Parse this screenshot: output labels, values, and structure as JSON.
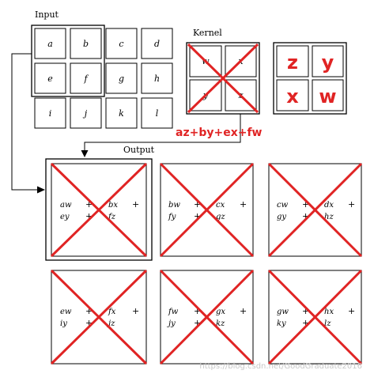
{
  "labels": {
    "input": "Input",
    "kernel": "Kernel",
    "output": "Output"
  },
  "input_matrix": {
    "rows": [
      [
        "a",
        "b",
        "c",
        "d"
      ],
      [
        "e",
        "f",
        "g",
        "h"
      ],
      [
        "i",
        "j",
        "k",
        "l"
      ]
    ]
  },
  "kernel_matrix": {
    "rows": [
      [
        "w",
        "x"
      ],
      [
        "y",
        "z"
      ]
    ]
  },
  "kernel_flipped": {
    "rows": [
      [
        "z",
        "y"
      ],
      [
        "x",
        "w"
      ]
    ]
  },
  "formula": "az+by+ex+fw",
  "output_cells": [
    {
      "line1": [
        "aw",
        "bx"
      ],
      "line2": [
        "ey",
        "fz"
      ]
    },
    {
      "line1": [
        "bw",
        "cx"
      ],
      "line2": [
        "fy",
        "gz"
      ]
    },
    {
      "line1": [
        "cw",
        "dx"
      ],
      "line2": [
        "gy",
        "hz"
      ]
    },
    {
      "line1": [
        "ew",
        "fx"
      ],
      "line2": [
        "iy",
        "jz"
      ]
    },
    {
      "line1": [
        "fw",
        "gx"
      ],
      "line2": [
        "jy",
        "kz"
      ]
    },
    {
      "line1": [
        "gw",
        "hx"
      ],
      "line2": [
        "ky",
        "lz"
      ]
    }
  ],
  "plus_sign": "+",
  "watermark": "https://blog.csdn.net/GoodGraduate2016",
  "colors": {
    "accent_red": "#e02424",
    "line": "#000000",
    "watermark": "#c8c8c8"
  }
}
